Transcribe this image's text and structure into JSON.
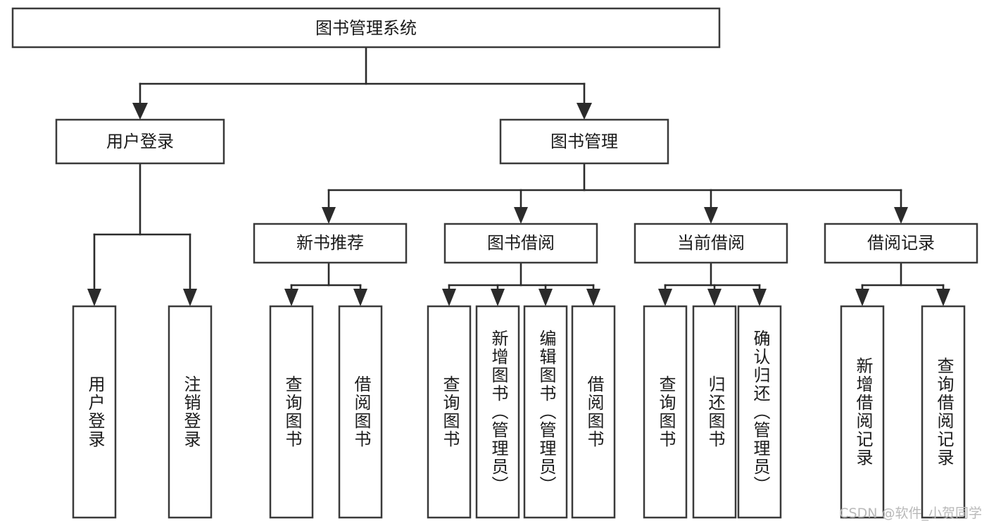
{
  "diagram": {
    "type": "tree-hierarchy",
    "title": "图书管理系统",
    "watermark": "CSDN @软件_小贺同学",
    "colors": {
      "box_stroke": "#3a3a3a",
      "box_fill": "#ffffff",
      "line": "#2b2b2b",
      "text": "#1b1b1b",
      "watermark": "#b9b9b9",
      "background": "#ffffff"
    },
    "levels": {
      "root": {
        "label": "图书管理系统"
      },
      "level2": [
        {
          "label": "用户登录"
        },
        {
          "label": "图书管理"
        }
      ],
      "level3": [
        {
          "label": "新书推荐"
        },
        {
          "label": "图书借阅"
        },
        {
          "label": "当前借阅"
        },
        {
          "label": "借阅记录"
        }
      ],
      "leaves_user_login": [
        {
          "label": "用户登录"
        },
        {
          "label": "注销登录"
        }
      ],
      "leaves_new_book": [
        {
          "label": "查询图书"
        },
        {
          "label": "借阅图书"
        }
      ],
      "leaves_borrow": [
        {
          "label": "查询图书"
        },
        {
          "label": "新增图书（管理员）"
        },
        {
          "label": "编辑图书（管理员）"
        },
        {
          "label": "借阅图书"
        }
      ],
      "leaves_current": [
        {
          "label": "查询图书"
        },
        {
          "label": "归还图书"
        },
        {
          "label": "确认归还（管理员）"
        }
      ],
      "leaves_records": [
        {
          "label": "新增借阅记录"
        },
        {
          "label": "查询借阅记录"
        }
      ]
    }
  }
}
